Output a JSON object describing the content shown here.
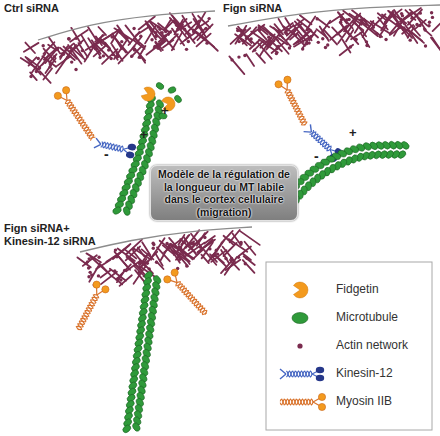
{
  "diagram": {
    "nodes": [
      {
        "text": [
          "Modèle de la régulation de la longueur du MT labile dans le cortex cellulaire (migration)"
        ]
      }
    ],
    "labels": [
      "Ctrl siRNA",
      "Fign siRNA",
      "Fign siRNA+ Kinesin-12 siRNA",
      "+",
      "+",
      "-",
      "+",
      "-"
    ],
    "legend": [
      {
        "text": "Fidgetin"
      },
      {
        "text": "Microtubule"
      },
      {
        "text": "Actin network"
      },
      {
        "text": "Kinesin-12"
      },
      {
        "text": "Myosin IIB"
      }
    ]
  }
}
